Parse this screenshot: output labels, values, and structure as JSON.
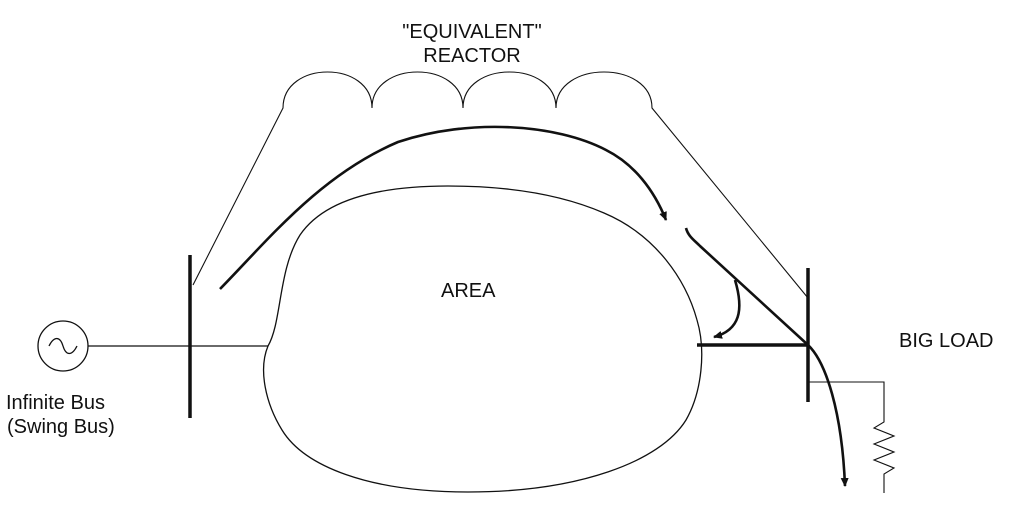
{
  "labels": {
    "reactor_line1": "\"EQUIVALENT\"",
    "reactor_line2": "REACTOR",
    "area": "AREA",
    "big_load": "BIG LOAD",
    "infinite_bus_line1": "Infinite Bus",
    "infinite_bus_line2": "(Swing Bus)"
  },
  "colors": {
    "line": "#111111",
    "background": "#ffffff"
  },
  "icons": {
    "generator": "ac-source-icon",
    "load": "resistor-icon",
    "reactor": "inductor-coil-icon"
  }
}
